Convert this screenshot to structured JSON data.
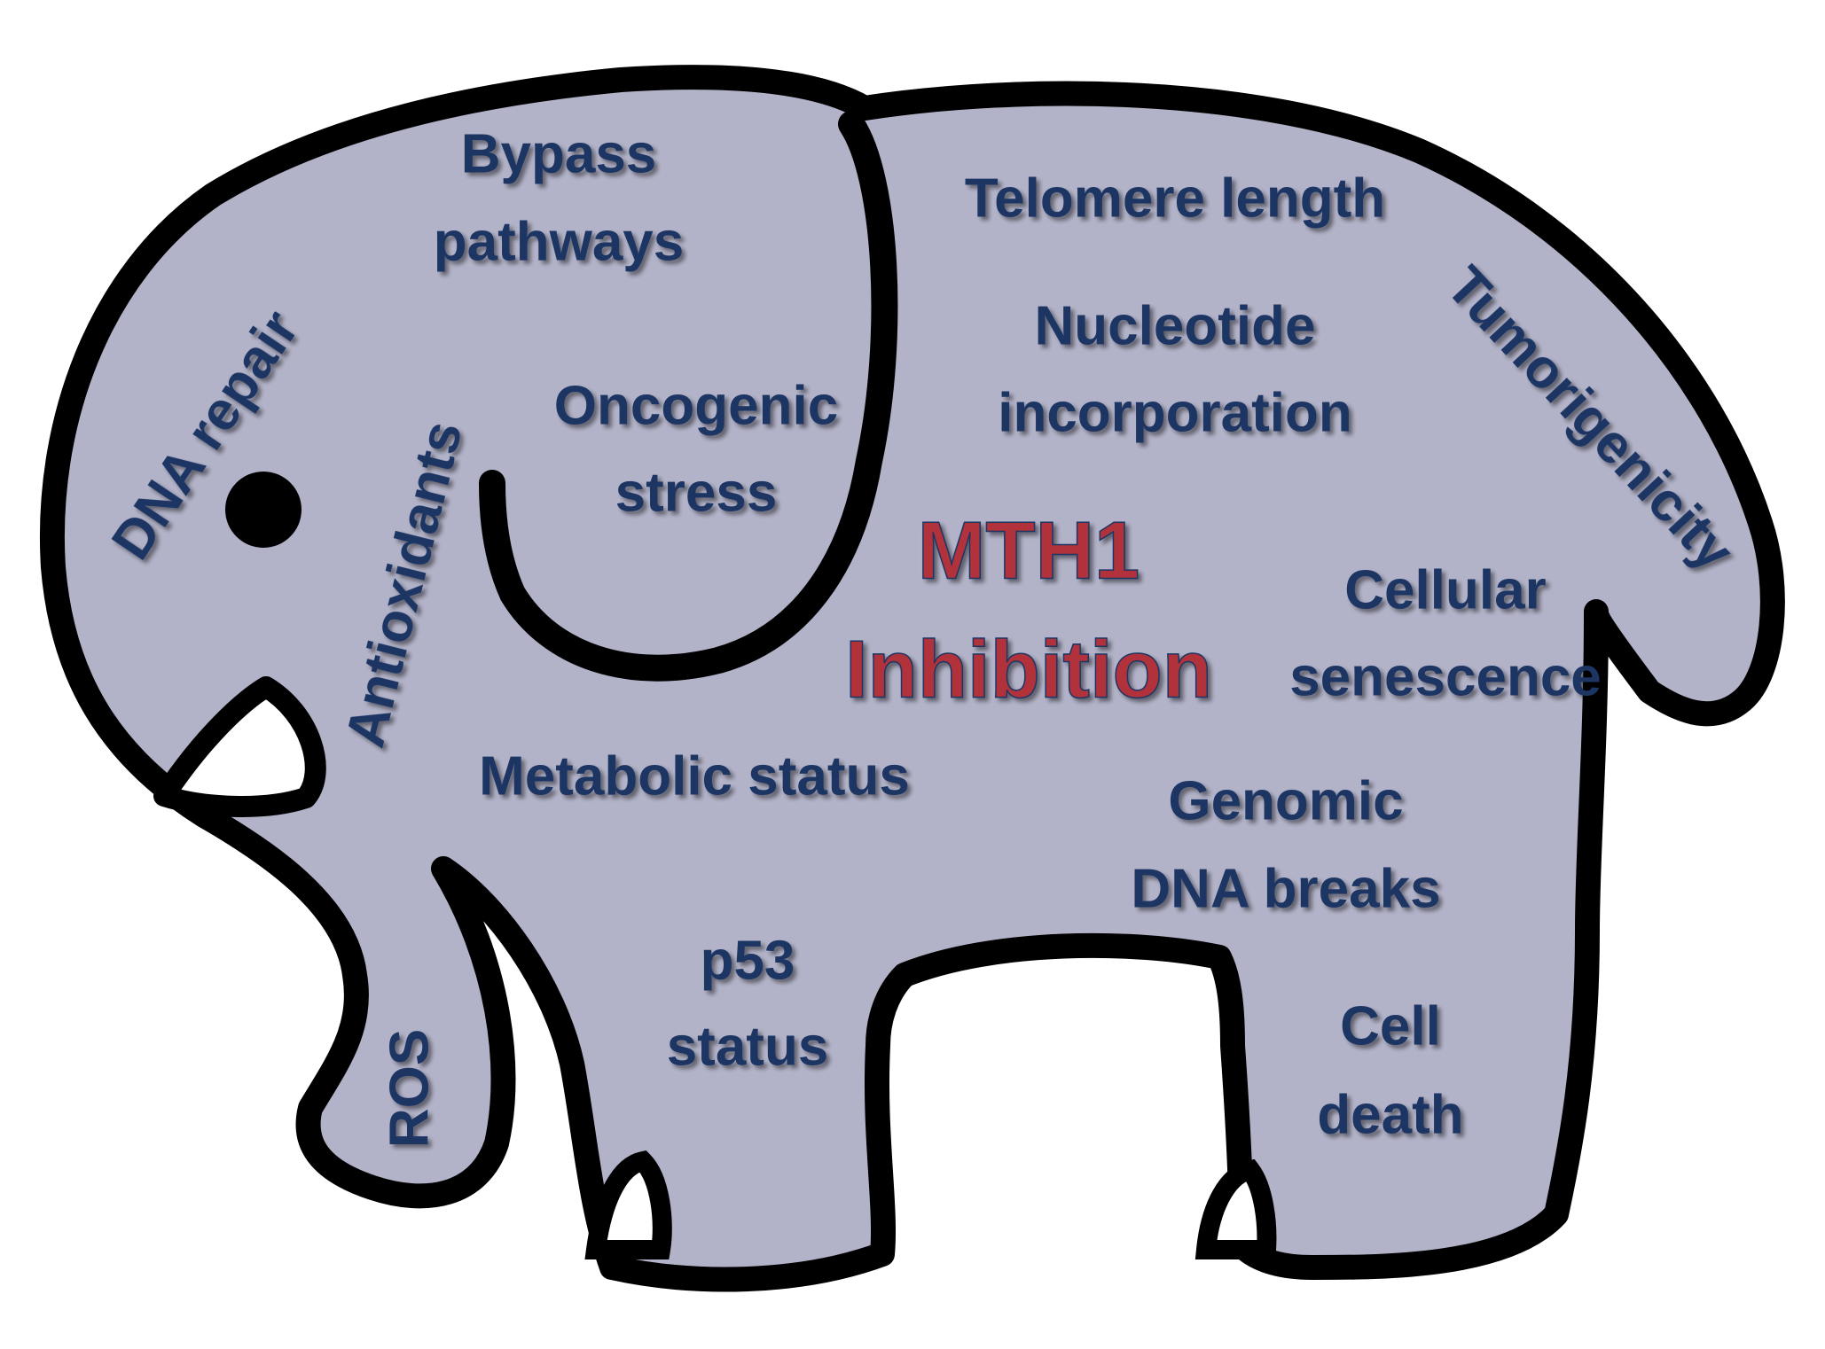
{
  "center": {
    "line1": "MTH1",
    "line2": "Inhibition",
    "color": "#b2303b"
  },
  "labels": {
    "bypass_l1": "Bypass",
    "bypass_l2": "pathways",
    "telomere": "Telomere length",
    "tumorigenicity": "Tumorigenicity",
    "nucleotide_l1": "Nucleotide",
    "nucleotide_l2": "incorporation",
    "dna_repair": "DNA repair",
    "antioxidants": "Antioxidants",
    "oncogenic_l1": "Oncogenic",
    "oncogenic_l2": "stress",
    "cellular_l1": "Cellular",
    "cellular_l2": "senescence",
    "metabolic": "Metabolic status",
    "genomic_l1": "Genomic",
    "genomic_l2": "DNA breaks",
    "p53_l1": "p53",
    "p53_l2": "status",
    "cell_death_l1": "Cell",
    "cell_death_l2": "death",
    "ros": "ROS"
  },
  "colors": {
    "body_fill": "#b2b2c8",
    "outline": "#000000",
    "label_text": "#1d3463"
  },
  "icons": {
    "elephant": "elephant-silhouette",
    "eye": "eye-icon",
    "tusk": "tusk-icon"
  }
}
